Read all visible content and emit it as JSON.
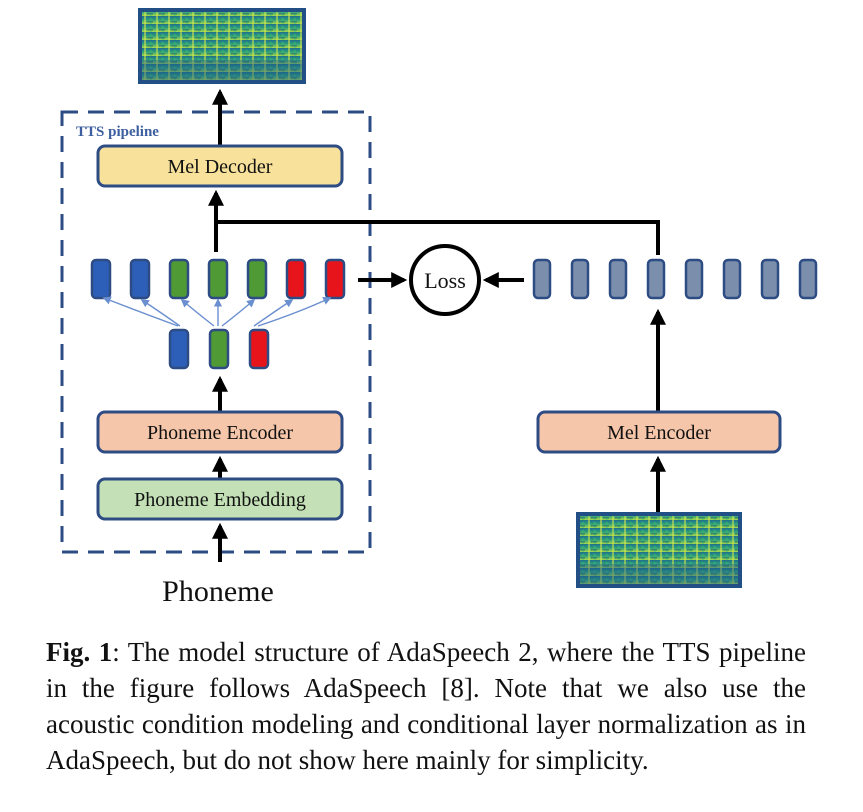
{
  "diagram": {
    "pipeline_label": "TTS pipeline",
    "mel_decoder": "Mel Decoder",
    "phoneme_encoder": "Phoneme Encoder",
    "phoneme_embedding": "Phoneme Embedding",
    "mel_encoder": "Mel Encoder",
    "loss": "Loss",
    "input_label": "Phoneme",
    "colors": {
      "blue": "#2e5fb8",
      "green": "#4f9a35",
      "red": "#e8141b",
      "gray": "#7b8fad",
      "decoder_fill": "#f7e19b",
      "encoder_fill": "#f5c6aa",
      "embedding_fill": "#c4e0b6",
      "box_border": "#2e4c84",
      "pipeline_border": "#2e4c84"
    },
    "upsampled_tokens": [
      "blue",
      "blue",
      "green",
      "green",
      "green",
      "red",
      "red"
    ],
    "phoneme_tokens": [
      "blue",
      "green",
      "red"
    ],
    "mel_tokens": [
      "gray",
      "gray",
      "gray",
      "gray",
      "gray",
      "gray",
      "gray",
      "gray"
    ]
  },
  "caption": {
    "label": "Fig. 1",
    "text": ": The model structure of AdaSpeech 2, where the TTS pipeline in the figure follows AdaSpeech [8].  Note that we also use the acoustic condition modeling and conditional layer normalization as in AdaSpeech, but do not show here mainly for simplicity."
  }
}
